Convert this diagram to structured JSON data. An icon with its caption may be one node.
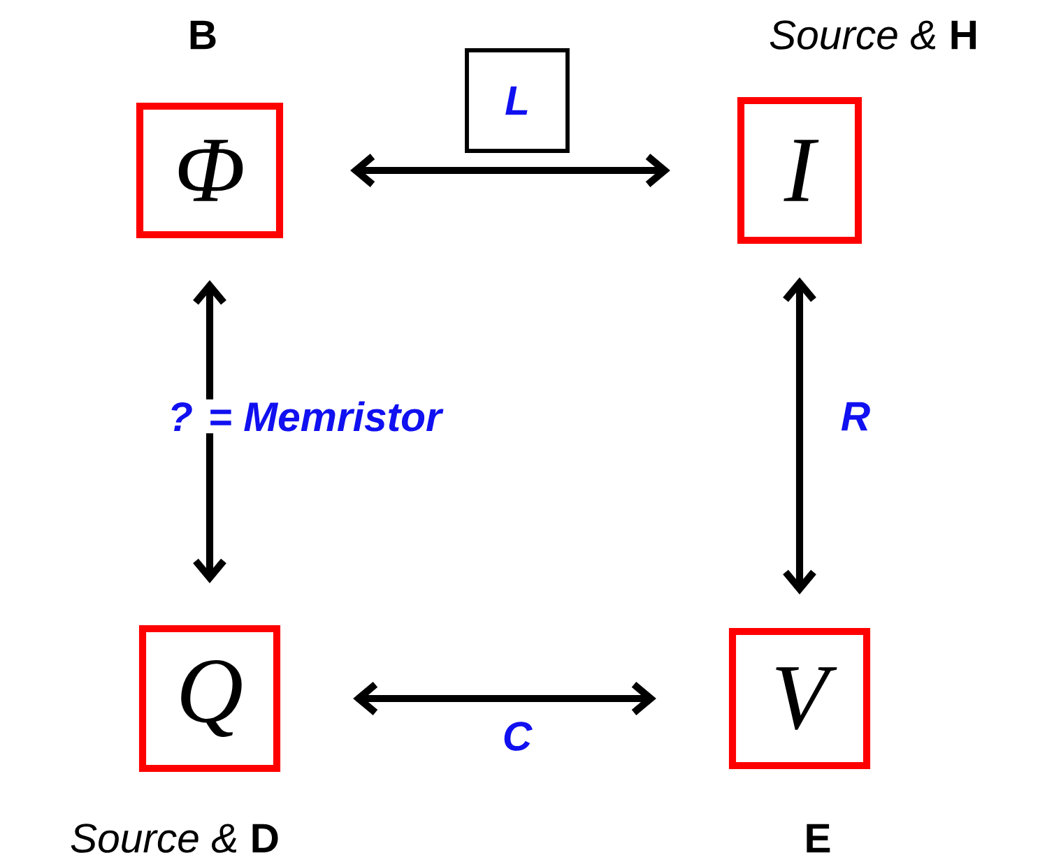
{
  "diagram": {
    "nodes": [
      {
        "text": [
          "Φ"
        ],
        "beside": [
          "B"
        ]
      },
      {
        "text": [
          "I"
        ],
        "beside": [
          "*Source &* **H**"
        ]
      },
      {
        "text": [
          "Q"
        ],
        "beside": [
          "*Source &* **D**"
        ]
      },
      {
        "text": [
          "V"
        ],
        "beside": [
          "E"
        ]
      }
    ],
    "edges": [
      {
        "from": 0,
        "to": 1,
        "arrow": "both",
        "label": "L"
      },
      {
        "from": 0,
        "to": 2,
        "arrow": "both",
        "label": "? = Memristor"
      },
      {
        "from": 1,
        "to": 3,
        "arrow": "both",
        "label": "R"
      },
      {
        "from": 2,
        "to": 3,
        "arrow": "both",
        "label": "C"
      }
    ]
  }
}
